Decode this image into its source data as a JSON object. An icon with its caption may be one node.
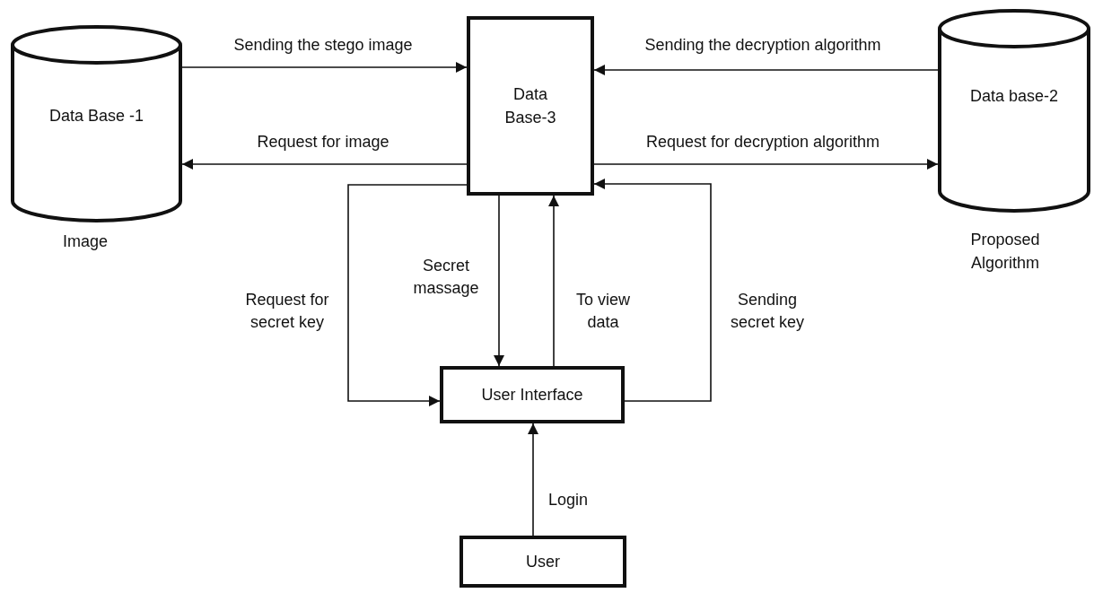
{
  "diagram": {
    "nodes": [
      {
        "text": [
          "Data Base -1"
        ],
        "beside": [
          "Image"
        ]
      },
      {
        "text": [
          "Data Base-3"
        ]
      },
      {
        "text": [
          "Data base-2"
        ],
        "beside": [
          "Proposed Algorithm"
        ]
      },
      {
        "text": [
          "User Interface"
        ]
      },
      {
        "text": [
          "User"
        ]
      }
    ],
    "edges": [
      {
        "from": 0,
        "to": 1,
        "arrow": "to",
        "label": "Sending the stego image"
      },
      {
        "from": 2,
        "to": 1,
        "arrow": "to",
        "label": "Sending the decryption algorithm"
      },
      {
        "from": 1,
        "to": 0,
        "arrow": "to",
        "label": "Request for image"
      },
      {
        "from": 1,
        "to": 2,
        "arrow": "to",
        "label": "Request for decryption algorithm"
      },
      {
        "from": 1,
        "to": 3,
        "arrow": "to",
        "label": "Request for secret key"
      },
      {
        "from": 1,
        "to": 3,
        "arrow": "to",
        "label": "Secret massage"
      },
      {
        "from": 3,
        "to": 1,
        "arrow": "to",
        "label": "To view data"
      },
      {
        "from": 3,
        "to": 1,
        "arrow": "to",
        "label": "Sending secret key"
      },
      {
        "from": 4,
        "to": 3,
        "arrow": "to",
        "label": "Login"
      }
    ]
  }
}
